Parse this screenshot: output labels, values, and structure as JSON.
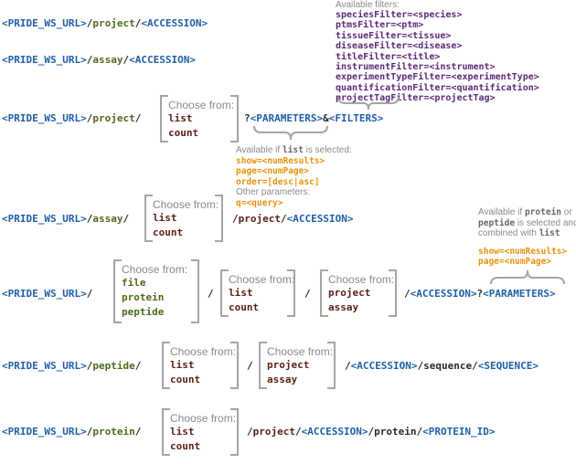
{
  "tokens": {
    "base": "<PRIDE_WS_URL>",
    "sep": "/",
    "project": "project",
    "assay": "assay",
    "peptide": "peptide",
    "protein": "protein",
    "accession": "<ACCESSION>",
    "parameters": "<PARAMETERS>",
    "filters": "<FILTERS>",
    "sequence_word": "sequence",
    "sequence": "<SEQUENCE>",
    "protein_id": "<PROTEIN_ID>",
    "q": "?",
    "amp": "&"
  },
  "choose_label": "Choose from:",
  "options": {
    "list": "list",
    "count": "count",
    "file": "file",
    "protein": "protein",
    "peptide": "peptide",
    "project": "project",
    "assay": "assay"
  },
  "filters_panel": {
    "title": "Available filters:",
    "items": [
      "speciesFilter=<species>",
      "ptmsFilter=<ptm>",
      "tissueFilter=<tissue>",
      "diseaseFilter=<disease>",
      "titleFilter=<title>",
      "instrumentFilter=<instrument>",
      "experimentTypeFilter=<experimentType>",
      "quantificationFilter=<quantification>",
      "projectTagFilter=<projectTag>"
    ]
  },
  "list_note": {
    "prefix": "Available if ",
    "code": "list",
    "suffix": " is selected:",
    "params": [
      "show=<numResults>",
      "page=<numPage>",
      "order=[desc|asc]"
    ],
    "other_label": "Other parameters:",
    "other_params": [
      "q=<query>"
    ]
  },
  "pp_note": {
    "l1_prefix": "Available if ",
    "l1_code": "protein",
    "l1_suffix": " or",
    "l2_code": "peptide",
    "l2_suffix": " is selected and",
    "l3_prefix": "combined with ",
    "l3_code": "list",
    "params": [
      "show=<numResults>",
      "page=<numPage>"
    ]
  }
}
